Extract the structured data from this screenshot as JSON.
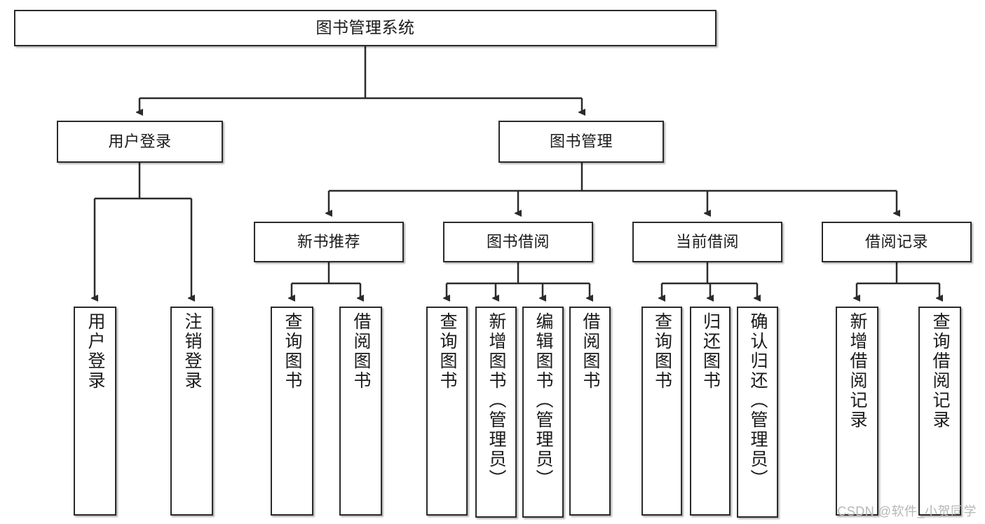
{
  "diagram": {
    "title": "图书管理系统",
    "type": "tree",
    "watermark": "CSDN @软件_小贺同学",
    "colors": {
      "node_border": "#2b2b2b",
      "node_fill": "#ffffff",
      "edge": "#2b2b2b",
      "text": "#1a1a1a",
      "watermark": "#b6b6b6"
    },
    "nodes": {
      "root": {
        "label": "图书管理系统"
      },
      "level1": [
        {
          "id": "user-login",
          "label": "用户登录"
        },
        {
          "id": "book-manage",
          "label": "图书管理"
        }
      ],
      "level2": [
        {
          "id": "new-book-recommend",
          "label": "新书推荐"
        },
        {
          "id": "book-borrow",
          "label": "图书借阅"
        },
        {
          "id": "current-borrow",
          "label": "当前借阅"
        },
        {
          "id": "borrow-record",
          "label": "借阅记录"
        }
      ],
      "leaves": {
        "user_login": [
          {
            "id": "leaf-user-login",
            "label": "用户登录"
          },
          {
            "id": "leaf-logout-login",
            "label": "注销登录"
          }
        ],
        "new_book_recommend": [
          {
            "id": "leaf-query-book-1",
            "label": "查询图书"
          },
          {
            "id": "leaf-borrow-book-1",
            "label": "借阅图书"
          }
        ],
        "book_borrow": [
          {
            "id": "leaf-query-book-2",
            "label": "查询图书"
          },
          {
            "id": "leaf-add-book",
            "label": "新增图书（管理员）"
          },
          {
            "id": "leaf-edit-book",
            "label": "编辑图书（管理员）"
          },
          {
            "id": "leaf-borrow-book-2",
            "label": "借阅图书"
          }
        ],
        "current_borrow": [
          {
            "id": "leaf-query-book-3",
            "label": "查询图书"
          },
          {
            "id": "leaf-return-book",
            "label": "归还图书"
          },
          {
            "id": "leaf-confirm-return",
            "label": "确认归还（管理员）"
          }
        ],
        "borrow_record": [
          {
            "id": "leaf-add-borrow-record",
            "label": "新增借阅记录"
          },
          {
            "id": "leaf-query-borrow-record",
            "label": "查询借阅记录"
          }
        ]
      }
    }
  }
}
